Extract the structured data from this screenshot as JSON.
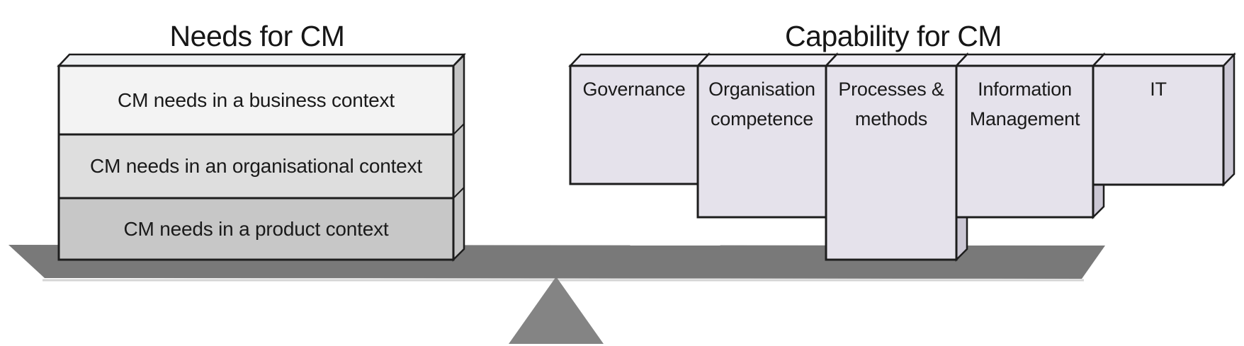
{
  "diagram": {
    "type": "balance-scale",
    "left": {
      "title": "Needs for CM",
      "boxes": [
        {
          "label": "CM needs in a business context",
          "fill": "#f3f3f3"
        },
        {
          "label": "CM needs in an organisational context",
          "fill": "#dedede"
        },
        {
          "label": "CM needs in a product context",
          "fill": "#c7c7c7"
        }
      ]
    },
    "right": {
      "title": "Capability for CM",
      "fill": "#e5e2eb",
      "boxes": [
        {
          "line1": "Governance",
          "line2": ""
        },
        {
          "line1": "Organisation",
          "line2": "competence"
        },
        {
          "line1": "Processes &",
          "line2": "methods"
        },
        {
          "line1": "Information",
          "line2": "Management"
        },
        {
          "line1": "IT",
          "line2": ""
        }
      ]
    },
    "colors": {
      "background": "#ffffff",
      "border": "#1d1d1d",
      "text": "#1a1a1a",
      "beam": "#797979",
      "beam_underline": "#d5d5d5",
      "fulcrum": "#848484",
      "left_top_face": "#eef0f2",
      "left_side_face": "#c4c4c4",
      "right_top_face": "#f0eef5",
      "right_side_face": "#cbc7d4"
    }
  }
}
